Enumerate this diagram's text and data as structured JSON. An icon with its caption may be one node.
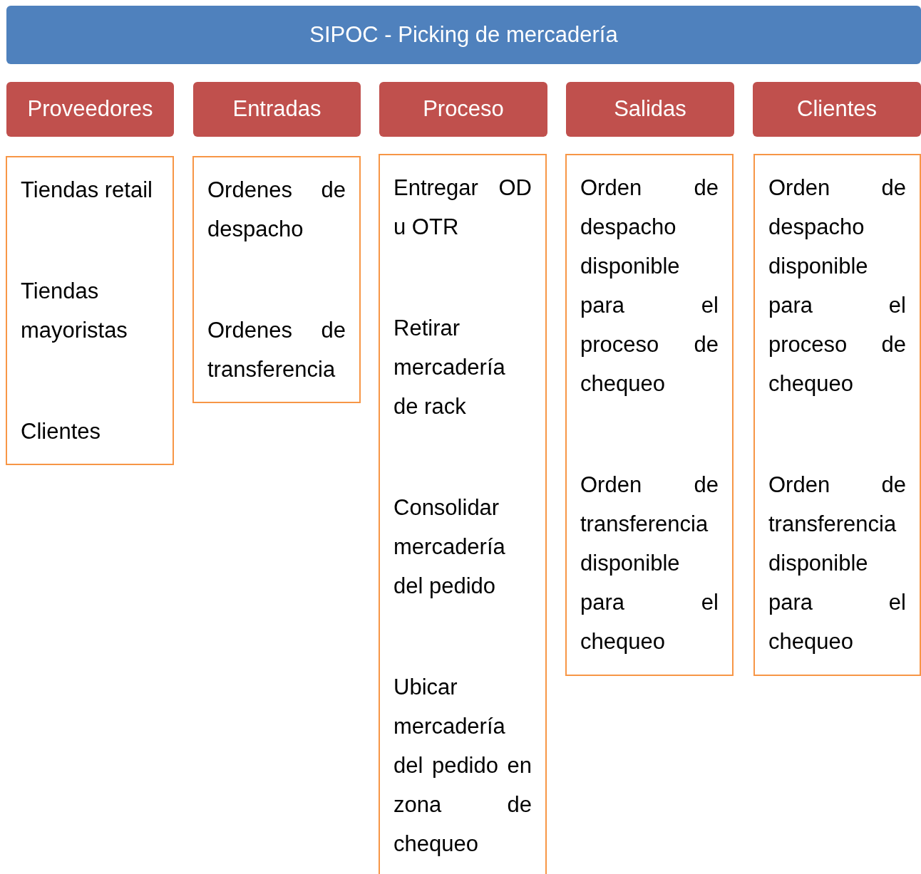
{
  "diagram": {
    "nodes": [
      {
        "text": [
          "SIPOC - Picking de mercadería"
        ]
      },
      {
        "text": [
          "Proveedores"
        ]
      },
      {
        "text": [
          "Entradas"
        ]
      },
      {
        "text": [
          "Proceso"
        ]
      },
      {
        "text": [
          "Salidas"
        ]
      },
      {
        "text": [
          "Clientes"
        ]
      },
      {
        "text": [
          "Tiendas retail",
          "Tiendas mayoristas",
          "Clientes"
        ]
      },
      {
        "text": [
          "Ordenes de despacho",
          "Ordenes de transferencia"
        ]
      },
      {
        "text": [
          "Entregar OD u OTR",
          "Retirar mercadería de rack",
          "Consolidar mercadería del pedido",
          "Ubicar mercadería del pedido en zona de chequeo"
        ]
      },
      {
        "text": [
          "Orden de despacho disponible para el proceso de chequeo",
          "Orden de transferencia disponible para el chequeo"
        ]
      },
      {
        "text": [
          "Orden de despacho disponible para el proceso de chequeo",
          "Orden de transferencia disponible para el chequeo"
        ]
      }
    ],
    "edges": []
  }
}
